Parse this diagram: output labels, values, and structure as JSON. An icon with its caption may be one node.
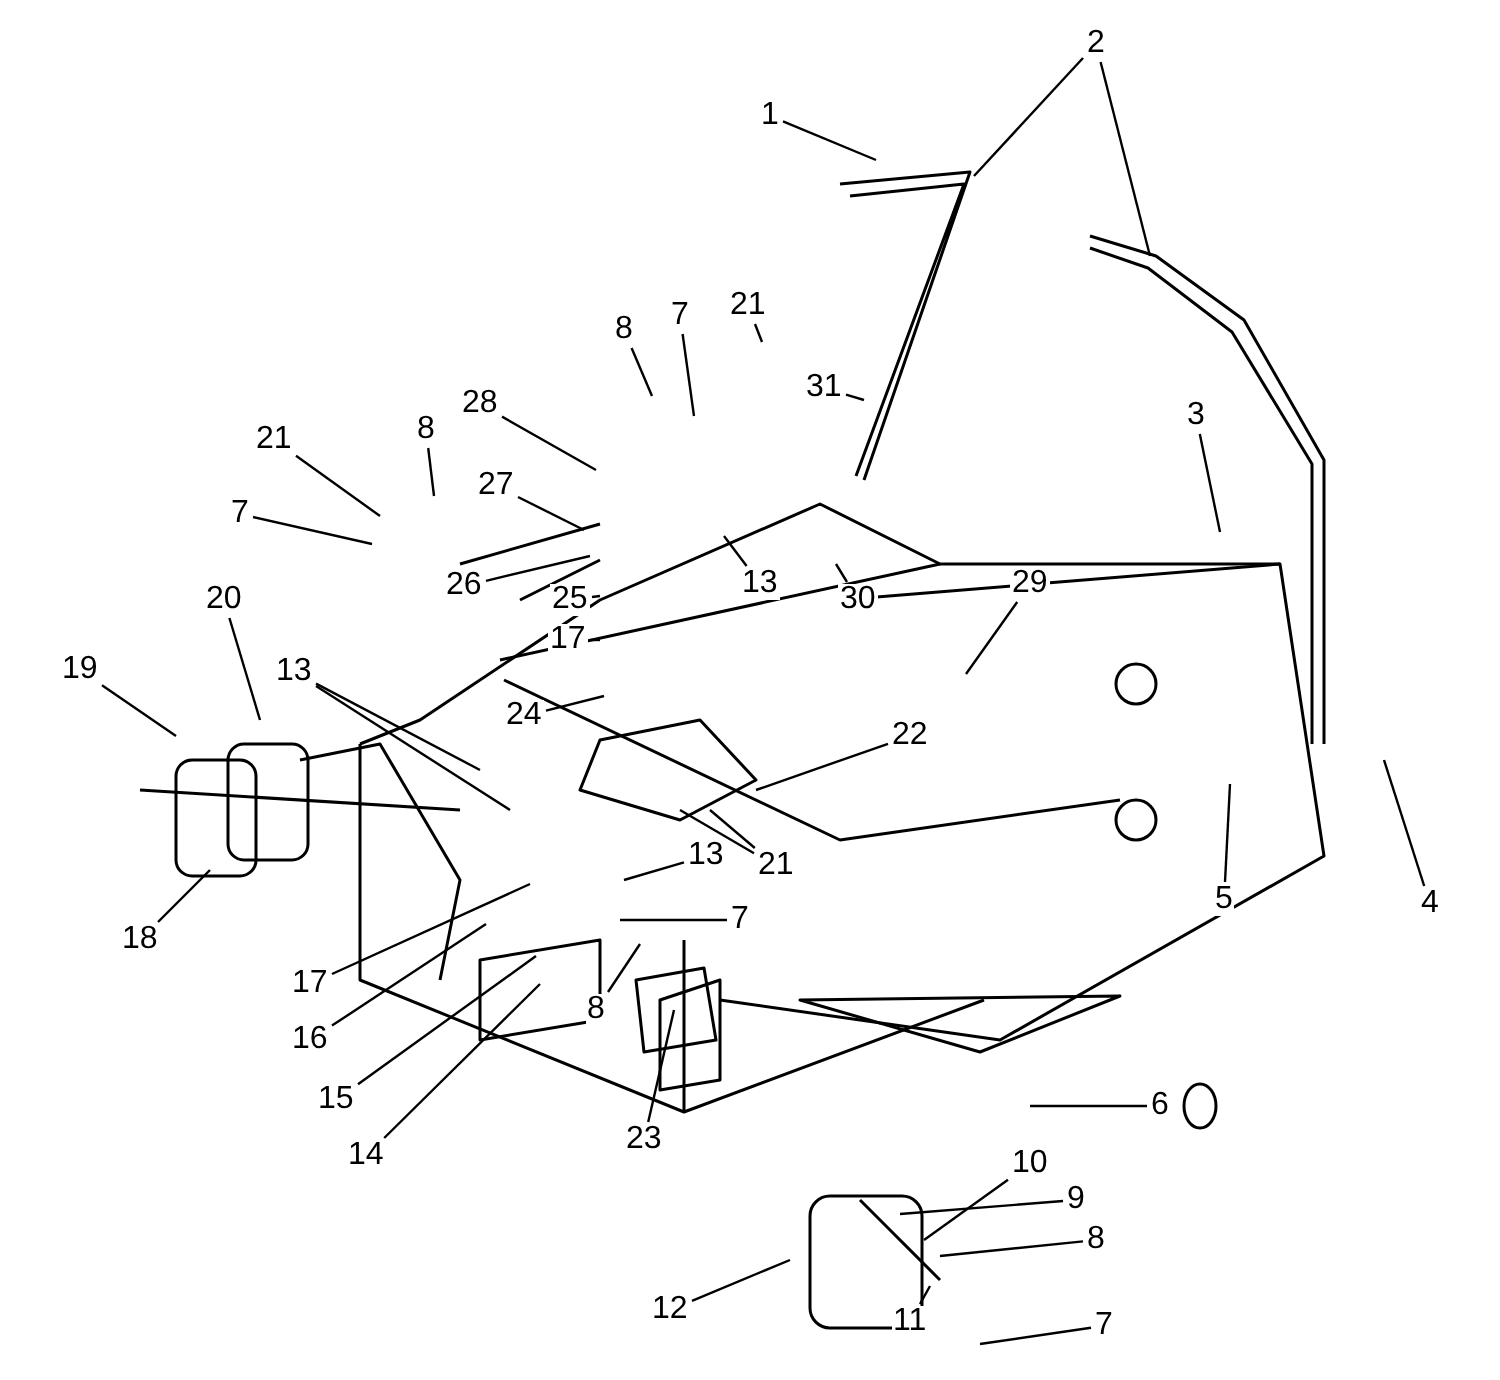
{
  "diagram": {
    "nodes": [
      {
        "text": [
          "1"
        ]
      },
      {
        "text": [
          "2"
        ]
      },
      {
        "text": [
          "21"
        ]
      },
      {
        "text": [
          "8"
        ]
      },
      {
        "text": [
          "7"
        ]
      },
      {
        "text": [
          "31"
        ]
      },
      {
        "text": [
          "21"
        ]
      },
      {
        "text": [
          "8"
        ]
      },
      {
        "text": [
          "28"
        ]
      },
      {
        "text": [
          "3"
        ]
      },
      {
        "text": [
          "27"
        ]
      },
      {
        "text": [
          "7"
        ]
      },
      {
        "text": [
          "26"
        ]
      },
      {
        "text": [
          "25"
        ]
      },
      {
        "text": [
          "30"
        ]
      },
      {
        "text": [
          "13"
        ]
      },
      {
        "text": [
          "29"
        ]
      },
      {
        "text": [
          "17"
        ]
      },
      {
        "text": [
          "19"
        ]
      },
      {
        "text": [
          "20"
        ]
      },
      {
        "text": [
          "13"
        ]
      },
      {
        "text": [
          "24"
        ]
      },
      {
        "text": [
          "22"
        ]
      },
      {
        "text": [
          "21"
        ]
      },
      {
        "text": [
          "13"
        ]
      },
      {
        "text": [
          "7"
        ]
      },
      {
        "text": [
          "5"
        ]
      },
      {
        "text": [
          "4"
        ]
      },
      {
        "text": [
          "18"
        ]
      },
      {
        "text": [
          "17"
        ]
      },
      {
        "text": [
          "8"
        ]
      },
      {
        "text": [
          "16"
        ]
      },
      {
        "text": [
          "15"
        ]
      },
      {
        "text": [
          "6"
        ]
      },
      {
        "text": [
          "23"
        ]
      },
      {
        "text": [
          "14"
        ]
      },
      {
        "text": [
          "10"
        ]
      },
      {
        "text": [
          "9"
        ]
      },
      {
        "text": [
          "8"
        ]
      },
      {
        "text": [
          "12"
        ]
      },
      {
        "text": [
          "7"
        ]
      },
      {
        "text": [
          "11"
        ]
      }
    ],
    "edges": [
      {
        "from": 0,
        "to": null,
        "arrow": "none"
      },
      {
        "from": 1,
        "to": null,
        "arrow": "none"
      },
      {
        "from": 1,
        "to": null,
        "arrow": "none"
      },
      {
        "from": 2,
        "to": null,
        "arrow": "none"
      },
      {
        "from": 3,
        "to": null,
        "arrow": "none"
      },
      {
        "from": 4,
        "to": null,
        "arrow": "none"
      },
      {
        "from": 5,
        "to": null,
        "arrow": "none"
      },
      {
        "from": 6,
        "to": null,
        "arrow": "none"
      },
      {
        "from": 7,
        "to": null,
        "arrow": "none"
      },
      {
        "from": 8,
        "to": null,
        "arrow": "none"
      },
      {
        "from": 9,
        "to": null,
        "arrow": "none"
      },
      {
        "from": 10,
        "to": null,
        "arrow": "none"
      },
      {
        "from": 11,
        "to": null,
        "arrow": "none"
      },
      {
        "from": 12,
        "to": null,
        "arrow": "none"
      },
      {
        "from": 13,
        "to": null,
        "arrow": "none"
      },
      {
        "from": 14,
        "to": null,
        "arrow": "none"
      },
      {
        "from": 15,
        "to": null,
        "arrow": "none"
      },
      {
        "from": 16,
        "to": null,
        "arrow": "none"
      },
      {
        "from": 17,
        "to": null,
        "arrow": "none"
      },
      {
        "from": 18,
        "to": null,
        "arrow": "none"
      },
      {
        "from": 19,
        "to": null,
        "arrow": "none"
      },
      {
        "from": 20,
        "to": null,
        "arrow": "none"
      },
      {
        "from": 20,
        "to": null,
        "arrow": "none"
      },
      {
        "from": 21,
        "to": null,
        "arrow": "none"
      },
      {
        "from": 22,
        "to": null,
        "arrow": "none"
      },
      {
        "from": 23,
        "to": null,
        "arrow": "none"
      },
      {
        "from": 23,
        "to": null,
        "arrow": "none"
      },
      {
        "from": 24,
        "to": null,
        "arrow": "none"
      },
      {
        "from": 25,
        "to": null,
        "arrow": "none"
      },
      {
        "from": 26,
        "to": null,
        "arrow": "none"
      },
      {
        "from": 27,
        "to": null,
        "arrow": "none"
      },
      {
        "from": 28,
        "to": null,
        "arrow": "none"
      },
      {
        "from": 29,
        "to": null,
        "arrow": "none"
      },
      {
        "from": 30,
        "to": null,
        "arrow": "none"
      },
      {
        "from": 31,
        "to": null,
        "arrow": "none"
      },
      {
        "from": 32,
        "to": null,
        "arrow": "none"
      },
      {
        "from": 33,
        "to": null,
        "arrow": "none"
      },
      {
        "from": 34,
        "to": null,
        "arrow": "none"
      },
      {
        "from": 35,
        "to": null,
        "arrow": "none"
      },
      {
        "from": 36,
        "to": null,
        "arrow": "none"
      },
      {
        "from": 37,
        "to": null,
        "arrow": "none"
      },
      {
        "from": 38,
        "to": null,
        "arrow": "none"
      },
      {
        "from": 39,
        "to": null,
        "arrow": "none"
      },
      {
        "from": 40,
        "to": null,
        "arrow": "none"
      },
      {
        "from": 41,
        "to": null,
        "arrow": "none"
      }
    ]
  }
}
